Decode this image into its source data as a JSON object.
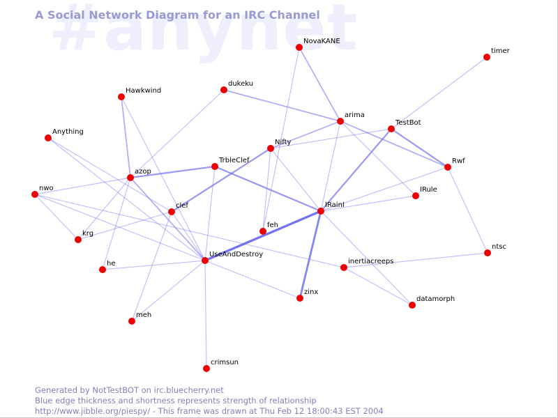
{
  "watermark": "#anynet",
  "title": "A Social Network Diagram for an IRC Channel",
  "footer": {
    "line1": "Generated by NotTestBOT on irc.bluecherry.net",
    "line2": "Blue edge thickness and shortness represents strength of relationship",
    "line3": "http://www.jibble.org/piespy/ - This frame was drawn at Thu Feb 12 18:00:43 EST 2004"
  },
  "colors": {
    "node": "#ee0000",
    "edge": "#6b6bf0",
    "title": "#9a9ad2",
    "footer": "#8080bb",
    "watermark": "#eeeefc"
  },
  "nodes": [
    {
      "id": "NovaKANE",
      "label": "NovaKANE"
    },
    {
      "id": "timer",
      "label": "timer"
    },
    {
      "id": "dukeku",
      "label": "dukeku"
    },
    {
      "id": "Hawkwind",
      "label": "Hawkwind"
    },
    {
      "id": "arima",
      "label": "arima"
    },
    {
      "id": "TestBot",
      "label": "TestBot"
    },
    {
      "id": "Anything",
      "label": "Anything"
    },
    {
      "id": "Nifty",
      "label": "Nifty"
    },
    {
      "id": "TrbleClef",
      "label": "TrbleClef"
    },
    {
      "id": "Rwf",
      "label": "Rwf"
    },
    {
      "id": "azop",
      "label": "azop"
    },
    {
      "id": "nwo",
      "label": "nwo"
    },
    {
      "id": "IRule",
      "label": "IRule"
    },
    {
      "id": "clef",
      "label": "clef"
    },
    {
      "id": "IRainI",
      "label": "IRainI"
    },
    {
      "id": "feh",
      "label": "feh"
    },
    {
      "id": "krg",
      "label": "krg"
    },
    {
      "id": "ntsc",
      "label": "ntsc"
    },
    {
      "id": "UseAndDestroy",
      "label": "UseAndDestroy"
    },
    {
      "id": "he",
      "label": "he"
    },
    {
      "id": "inertiacreeps",
      "label": "inertiacreeps"
    },
    {
      "id": "zinx",
      "label": "zinx"
    },
    {
      "id": "datamorph",
      "label": "datamorph"
    },
    {
      "id": "meh",
      "label": "meh"
    },
    {
      "id": "crimsun",
      "label": "crimsun"
    }
  ],
  "edges": [
    {
      "from": "UseAndDestroy",
      "to": "IRainI",
      "strength": 5
    },
    {
      "from": "IRainI",
      "to": "zinx",
      "strength": 4
    },
    {
      "from": "clef",
      "to": "Nifty",
      "strength": 3
    },
    {
      "from": "arima",
      "to": "Rwf",
      "strength": 2
    },
    {
      "from": "TestBot",
      "to": "Rwf",
      "strength": 3
    },
    {
      "from": "TestBot",
      "to": "IRainI",
      "strength": 3
    },
    {
      "from": "dukeku",
      "to": "arima",
      "strength": 2
    },
    {
      "from": "NovaKANE",
      "to": "arima",
      "strength": 2
    },
    {
      "from": "azop",
      "to": "TrbleClef",
      "strength": 3
    },
    {
      "from": "TrbleClef",
      "to": "IRainI",
      "strength": 3
    },
    {
      "from": "Hawkwind",
      "to": "azop",
      "strength": 2
    },
    {
      "from": "Nifty",
      "to": "arima",
      "strength": 2
    },
    {
      "from": "azop",
      "to": "UseAndDestroy",
      "strength": 2
    },
    {
      "from": "Hawkwind",
      "to": "UseAndDestroy",
      "strength": 1
    },
    {
      "from": "Anything",
      "to": "UseAndDestroy",
      "strength": 1
    },
    {
      "from": "Anything",
      "to": "clef",
      "strength": 1
    },
    {
      "from": "nwo",
      "to": "azop",
      "strength": 1
    },
    {
      "from": "nwo",
      "to": "krg",
      "strength": 1
    },
    {
      "from": "nwo",
      "to": "UseAndDestroy",
      "strength": 1
    },
    {
      "from": "nwo",
      "to": "inertiacreeps",
      "strength": 1
    },
    {
      "from": "krg",
      "to": "azop",
      "strength": 1
    },
    {
      "from": "krg",
      "to": "clef",
      "strength": 1
    },
    {
      "from": "he",
      "to": "azop",
      "strength": 1
    },
    {
      "from": "he",
      "to": "UseAndDestroy",
      "strength": 1
    },
    {
      "from": "clef",
      "to": "UseAndDestroy",
      "strength": 1
    },
    {
      "from": "clef",
      "to": "meh",
      "strength": 1
    },
    {
      "from": "meh",
      "to": "UseAndDestroy",
      "strength": 1
    },
    {
      "from": "UseAndDestroy",
      "to": "crimsun",
      "strength": 1
    },
    {
      "from": "UseAndDestroy",
      "to": "zinx",
      "strength": 1
    },
    {
      "from": "UseAndDestroy",
      "to": "TrbleClef",
      "strength": 1
    },
    {
      "from": "dukeku",
      "to": "azop",
      "strength": 1
    },
    {
      "from": "NovaKANE",
      "to": "feh",
      "strength": 1
    },
    {
      "from": "Nifty",
      "to": "feh",
      "strength": 1
    },
    {
      "from": "Nifty",
      "to": "IRainI",
      "strength": 1
    },
    {
      "from": "Nifty",
      "to": "TestBot",
      "strength": 1
    },
    {
      "from": "arima",
      "to": "IRainI",
      "strength": 1
    },
    {
      "from": "arima",
      "to": "IRule",
      "strength": 1
    },
    {
      "from": "IRainI",
      "to": "IRule",
      "strength": 1
    },
    {
      "from": "IRainI",
      "to": "Rwf",
      "strength": 1
    },
    {
      "from": "IRainI",
      "to": "datamorph",
      "strength": 1
    },
    {
      "from": "timer",
      "to": "TestBot",
      "strength": 1
    },
    {
      "from": "Rwf",
      "to": "ntsc",
      "strength": 1
    },
    {
      "from": "ntsc",
      "to": "inertiacreeps",
      "strength": 1
    },
    {
      "from": "inertiacreeps",
      "to": "datamorph",
      "strength": 1
    }
  ]
}
